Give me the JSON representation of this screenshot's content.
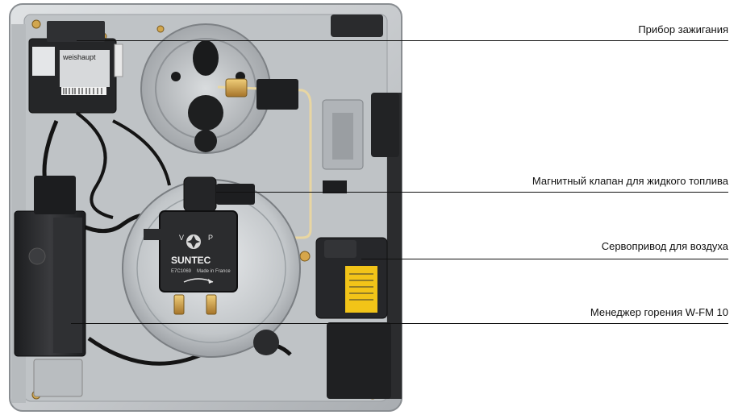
{
  "callouts": [
    {
      "id": "ignition",
      "label": "Прибор зажигания"
    },
    {
      "id": "oil-valve",
      "label": "Магнитный клапан для жидкого топлива"
    },
    {
      "id": "servo",
      "label": "Сервопривод для воздуха"
    },
    {
      "id": "manager",
      "label": "Менеджер горения W-FM 10"
    }
  ],
  "device": {
    "brand_label": "weishaupt",
    "pump_brand": "SUNTEC",
    "pump_port_v": "V",
    "pump_port_p": "P",
    "pump_origin": "Made in France",
    "pump_model": "E7C1069"
  },
  "colors": {
    "housing": "#c9ccce",
    "dark_module": "#2a2b2d",
    "brass": "#c99a45",
    "servo_label": "#f2c418"
  }
}
